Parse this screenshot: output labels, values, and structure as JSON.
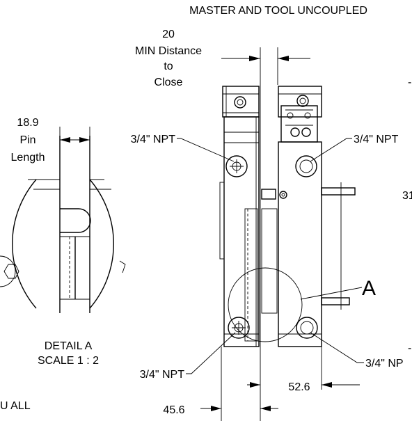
{
  "drawing": {
    "title": "MASTER AND TOOL UNCOUPLED",
    "dim_min_distance": {
      "value": "20",
      "line1": "MIN Distance",
      "line2": "to",
      "line3": "Close"
    },
    "dim_pin": {
      "value": "18.9",
      "line1": "Pin",
      "line2": "Length"
    },
    "npt_label": "3/4\" NPT",
    "npt_label_cut": "3/4\" NP",
    "detail_letter": "A",
    "detail_caption": "DETAIL A",
    "detail_scale": "SCALE 1 : 2",
    "dim_52_6": "52.6",
    "dim_45_6": "45.6",
    "partial_31": "31",
    "corner_text": "U ALL",
    "right_dash": "-"
  }
}
